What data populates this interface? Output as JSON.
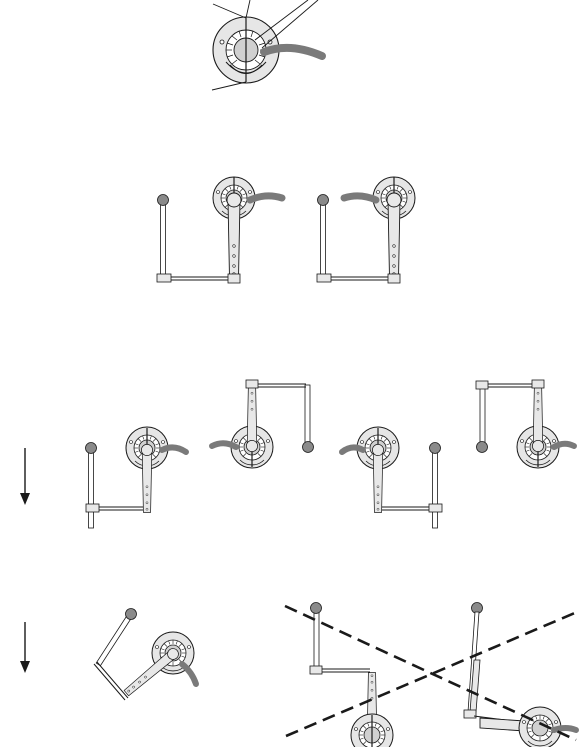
{
  "colors": {
    "background": "#ffffff",
    "line": "#1a1a1a",
    "plate_fill": "#e6e6e6",
    "cable": "#7a7a7a",
    "knob": "#8a8a8a",
    "arm_fill": "#e8e8e8"
  },
  "icons": {
    "direction_arrow": "arrow-down-icon",
    "invalid_mark": "dashed-x-icon"
  },
  "rows": [
    {
      "name": "detail-view",
      "assemblies": 1
    },
    {
      "name": "row-two-configurations",
      "assemblies": 2
    },
    {
      "name": "row-four-orientations",
      "assemblies": 4
    },
    {
      "name": "row-installation",
      "assemblies": 3,
      "crossed_out": 2
    }
  ]
}
